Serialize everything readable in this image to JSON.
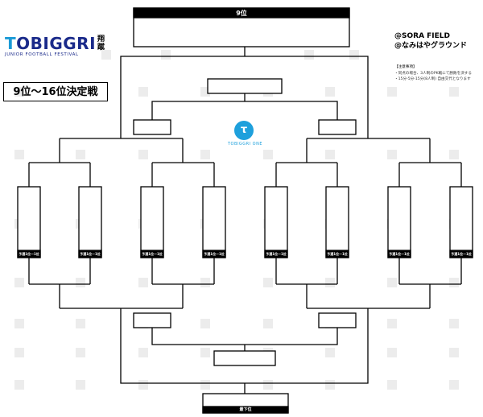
{
  "header": {
    "top_rank_label": "9位",
    "bottom_rank_label": "最下位"
  },
  "logo": {
    "main_prefix": "T",
    "main_rest": "OBIGGRI",
    "kanji": "翔蹴",
    "subtitle": "JUNIOR FOOTBALL FESTIVAL"
  },
  "title": "9位〜16位決定戦",
  "venue": {
    "line1": "@SORA FIELD",
    "line2": "@なみはやグラウンド"
  },
  "notes": {
    "heading": "【注意事項】",
    "items": [
      "・同点の場合、3人制のPK戦にて勝敗を決する",
      "・15分-5分-15分(8人制) 自由交代となります"
    ]
  },
  "emblem": {
    "glyph": "τ",
    "text": "TOBIGGRI ONE"
  },
  "match_label": "予選1位ー1位",
  "colors": {
    "brand_blue": "#1a2a8a",
    "accent_blue": "#1ea0dc",
    "grid_gray": "#ececec"
  }
}
